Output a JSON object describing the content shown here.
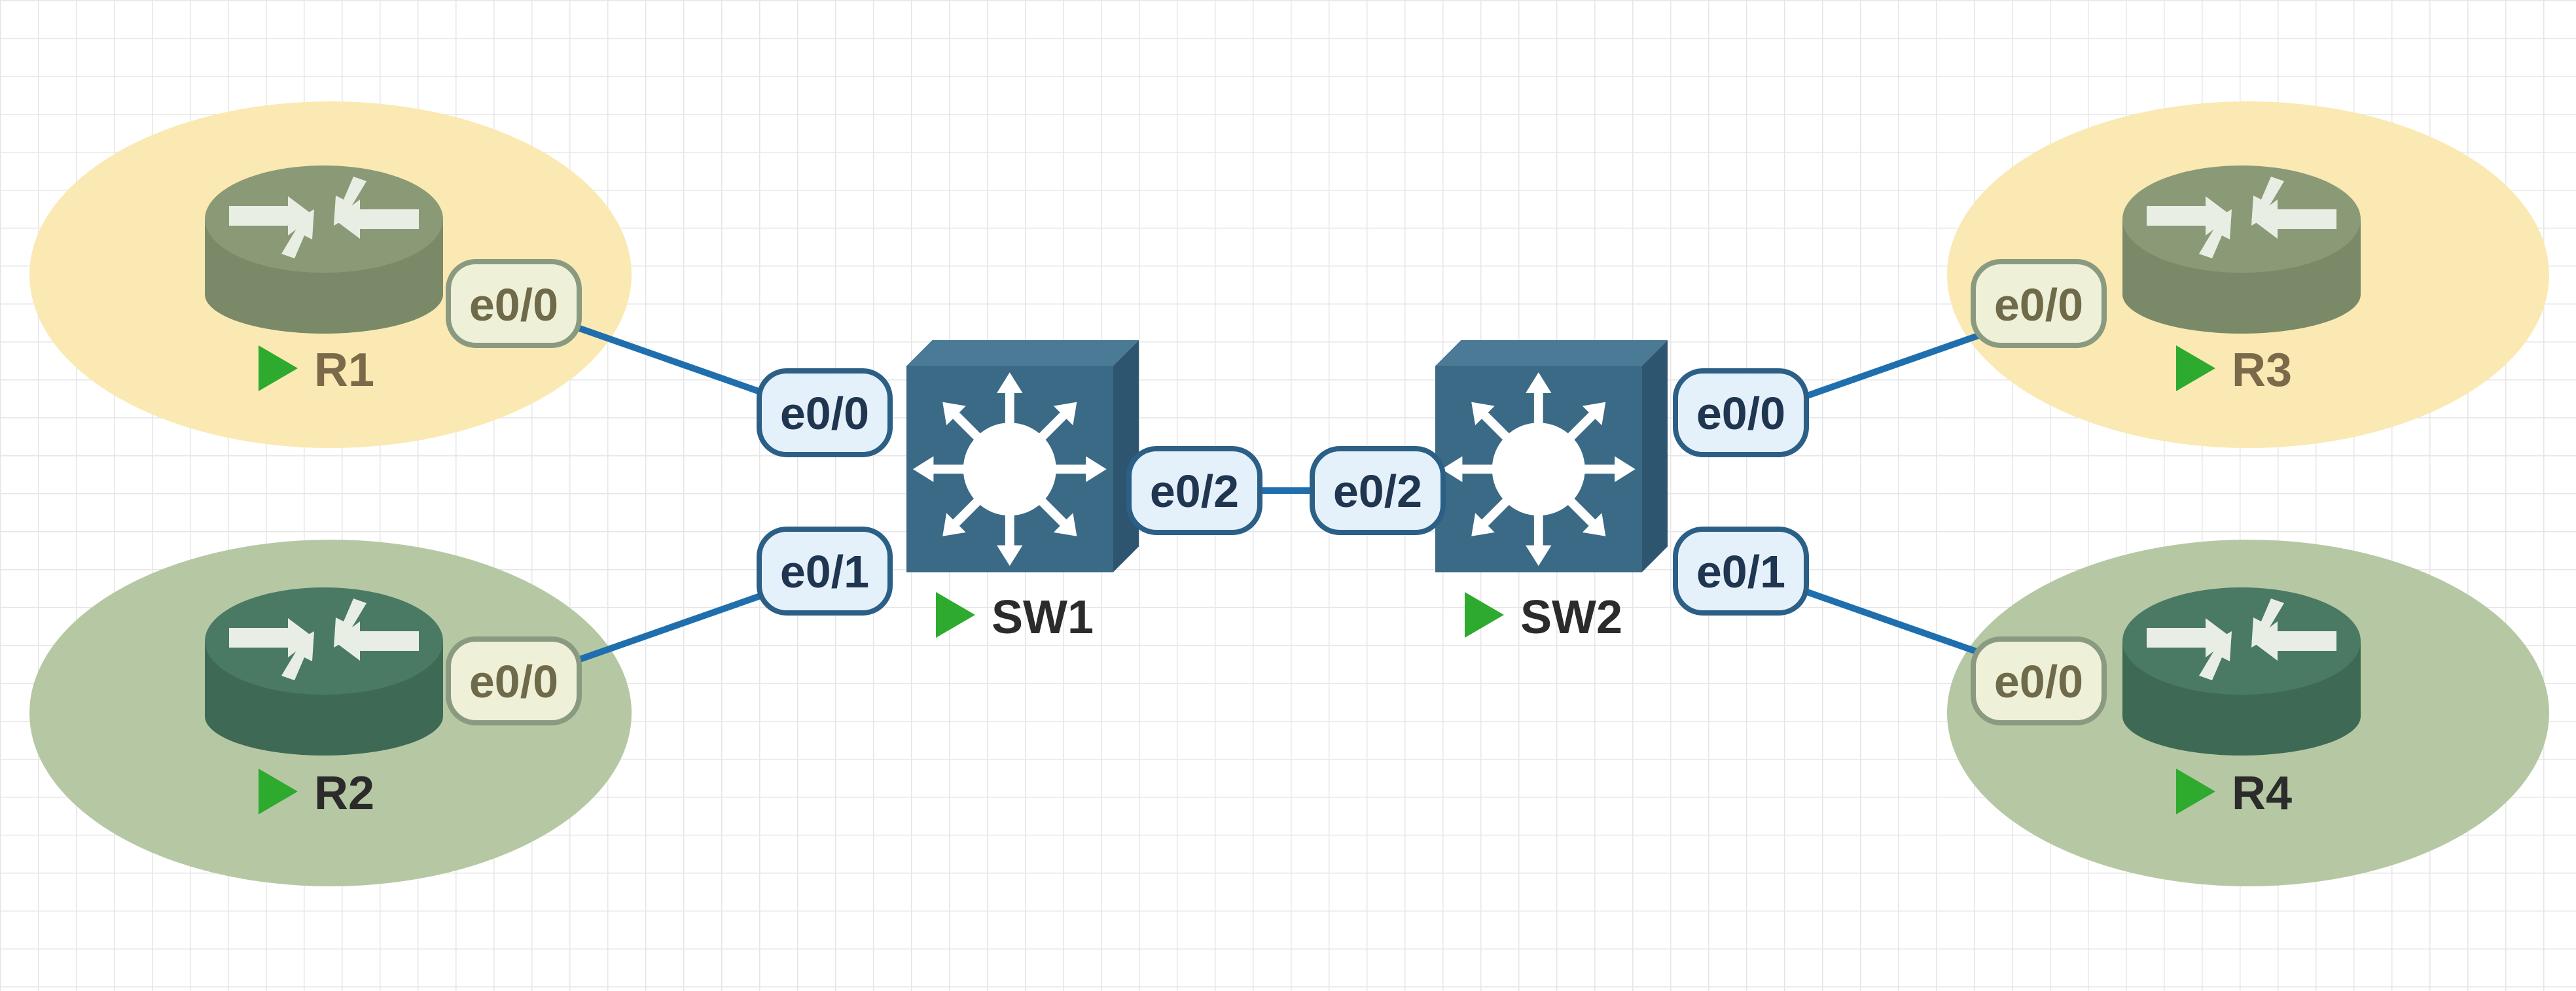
{
  "colors": {
    "grid": "#e6e6e6",
    "link": "#1f6fae",
    "ellipse_yellow": "#fbe9b3",
    "ellipse_green": "#b6c8a3",
    "router_yellow_top": "#8a9a77",
    "router_yellow_side": "#7a8a68",
    "router_green_top": "#4a7a63",
    "router_green_side": "#3e6a55",
    "switch_front": "#3a6a85",
    "switch_side": "#2e5570",
    "switch_top": "#4a7a95",
    "port_bg": "#e4f1fb",
    "port_border": "#2b5f86",
    "port_text": "#1f3550",
    "node_label": "#2b2b2b",
    "node_label_dim": "#7a6a4a",
    "run_icon": "#2eaa2e"
  },
  "nodes": {
    "r1": {
      "label": "R1",
      "icon": "router-icon",
      "status_icon": "play-icon"
    },
    "r2": {
      "label": "R2",
      "icon": "router-icon",
      "status_icon": "play-icon"
    },
    "r3": {
      "label": "R3",
      "icon": "router-icon",
      "status_icon": "play-icon"
    },
    "r4": {
      "label": "R4",
      "icon": "router-icon",
      "status_icon": "play-icon"
    },
    "sw1": {
      "label": "SW1",
      "icon": "layer3-switch-icon",
      "status_icon": "play-icon"
    },
    "sw2": {
      "label": "SW2",
      "icon": "layer3-switch-icon",
      "status_icon": "play-icon"
    }
  },
  "ports": {
    "r1_e00": "e0/0",
    "r2_e00": "e0/0",
    "r3_e00": "e0/0",
    "r4_e00": "e0/0",
    "sw1_e00": "e0/0",
    "sw1_e01": "e0/1",
    "sw1_e02": "e0/2",
    "sw2_e00": "e0/0",
    "sw2_e01": "e0/1",
    "sw2_e02": "e0/2"
  }
}
